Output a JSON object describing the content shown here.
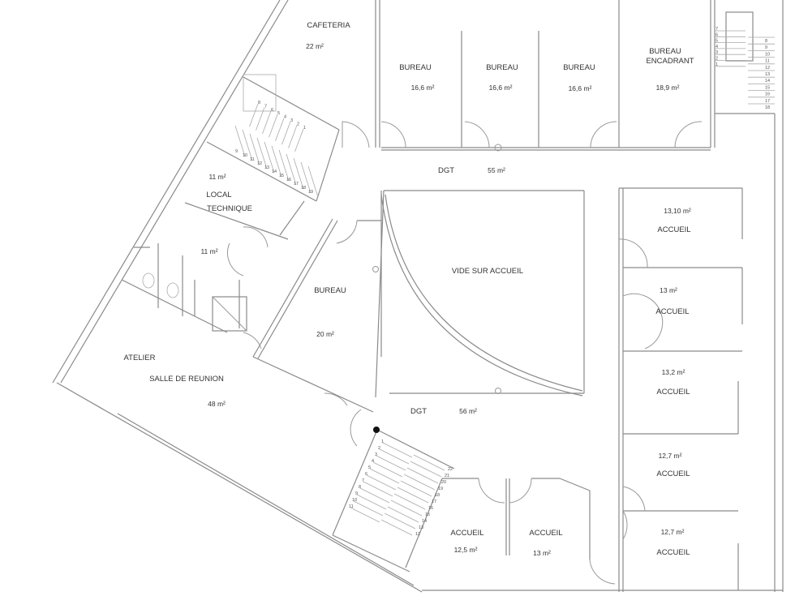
{
  "rooms": {
    "cafeteria": {
      "name": "CAFETERIA",
      "area": "22 m²"
    },
    "bureau1": {
      "name": "BUREAU",
      "area": "16,6  m²"
    },
    "bureau2": {
      "name": "BUREAU",
      "area": "16,6  m²"
    },
    "bureau3": {
      "name": "BUREAU",
      "area": "16,6  m²"
    },
    "bureau_encadrant": {
      "name_line1": "BUREAU",
      "name_line2": "ENCADRANT",
      "area": "18,9  m²"
    },
    "dgt_top": {
      "name": "DGT",
      "area": "55 m²"
    },
    "local_technique": {
      "area": "11 m²",
      "name_line1": "LOCAL",
      "name_line2": "TECHNIQUE"
    },
    "sanitaires": {
      "area": "11 m²"
    },
    "vide": {
      "name": "VIDE SUR ACCUEIL"
    },
    "bureau_20": {
      "name": "BUREAU",
      "area": "20 m²"
    },
    "atelier": {
      "name_line1": "ATELIER",
      "name_line2": "SALLE DE REUNION",
      "area": "48 m²"
    },
    "dgt_bottom": {
      "name": "DGT",
      "area": "56 m²"
    },
    "accueil_r1": {
      "area": "13,10  m²",
      "name": "ACCUEIL"
    },
    "accueil_r2": {
      "area": "13  m²",
      "name": "ACCUEIL"
    },
    "accueil_r3": {
      "area": "13,2  m²",
      "name": "ACCUEIL"
    },
    "accueil_r4": {
      "area": "12,7  m²",
      "name": "ACCUEIL"
    },
    "accueil_r5": {
      "area": "12,7  m²",
      "name": "ACCUEIL"
    },
    "accueil_b1": {
      "name": "ACCUEIL",
      "area": "12,5  m²"
    },
    "accueil_b2": {
      "name": "ACCUEIL",
      "area": "13 m²"
    }
  },
  "stairs": {
    "top_right_left": [
      "7",
      "6",
      "5",
      "4",
      "3",
      "2",
      "1"
    ],
    "top_right_right": [
      "8",
      "9",
      "10",
      "11",
      "12",
      "13",
      "14",
      "15",
      "16",
      "17",
      "18"
    ],
    "upper_left_top": [
      "8",
      "7",
      "6",
      "5",
      "4",
      "3",
      "2",
      "1"
    ],
    "upper_left_bottom": [
      "9",
      "10",
      "11",
      "12",
      "13",
      "14",
      "15",
      "16",
      "17",
      "18",
      "19"
    ],
    "bottom_left": [
      "1",
      "2",
      "3",
      "4",
      "5",
      "6",
      "7",
      "8",
      "9",
      "10",
      "11"
    ],
    "bottom_right": [
      "22",
      "21",
      "20",
      "19",
      "18",
      "17",
      "16",
      "15",
      "14",
      "13",
      "12"
    ]
  }
}
